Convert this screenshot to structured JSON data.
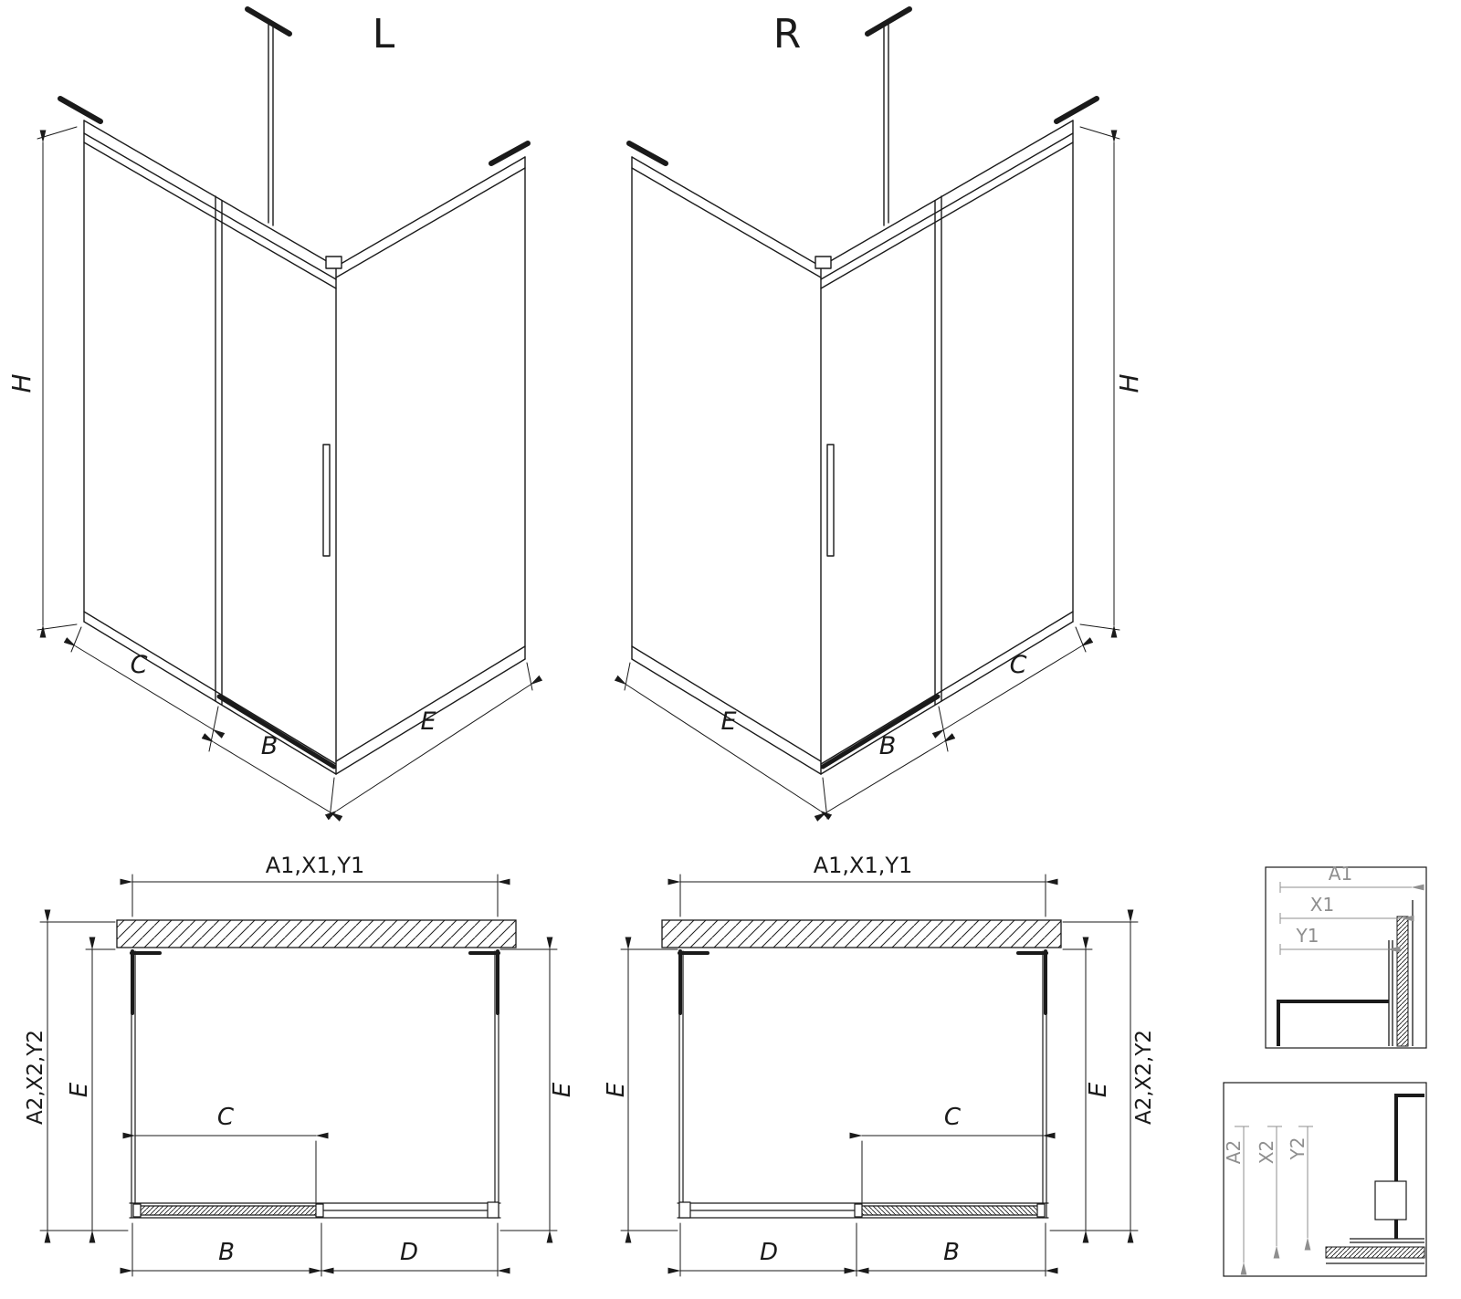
{
  "page": {
    "background": "#ffffff",
    "line_color": "#1a1a1a",
    "detail_dim_color": "#8f8f8f"
  },
  "iso_left": {
    "title": "L",
    "dim_h": "H",
    "dim_c": "C",
    "dim_b": "B",
    "dim_e": "E"
  },
  "iso_right": {
    "title": "R",
    "dim_h": "H",
    "dim_c": "C",
    "dim_b": "B",
    "dim_e": "E"
  },
  "plan_left": {
    "dim_top": "A1,X1,Y1",
    "dim_side": "A2,X2,Y2",
    "dim_e_left": "E",
    "dim_e_right": "E",
    "dim_c": "C",
    "dim_b": "B",
    "dim_d": "D"
  },
  "plan_right": {
    "dim_top": "A1,X1,Y1",
    "dim_side": "A2,X2,Y2",
    "dim_e_left": "E",
    "dim_e_right": "E",
    "dim_c": "C",
    "dim_b": "B",
    "dim_d": "D"
  },
  "detail_top": {
    "dim_a1": "A1",
    "dim_x1": "X1",
    "dim_y1": "Y1"
  },
  "detail_bottom": {
    "dim_a2": "A2",
    "dim_x2": "X2",
    "dim_y2": "Y2"
  }
}
